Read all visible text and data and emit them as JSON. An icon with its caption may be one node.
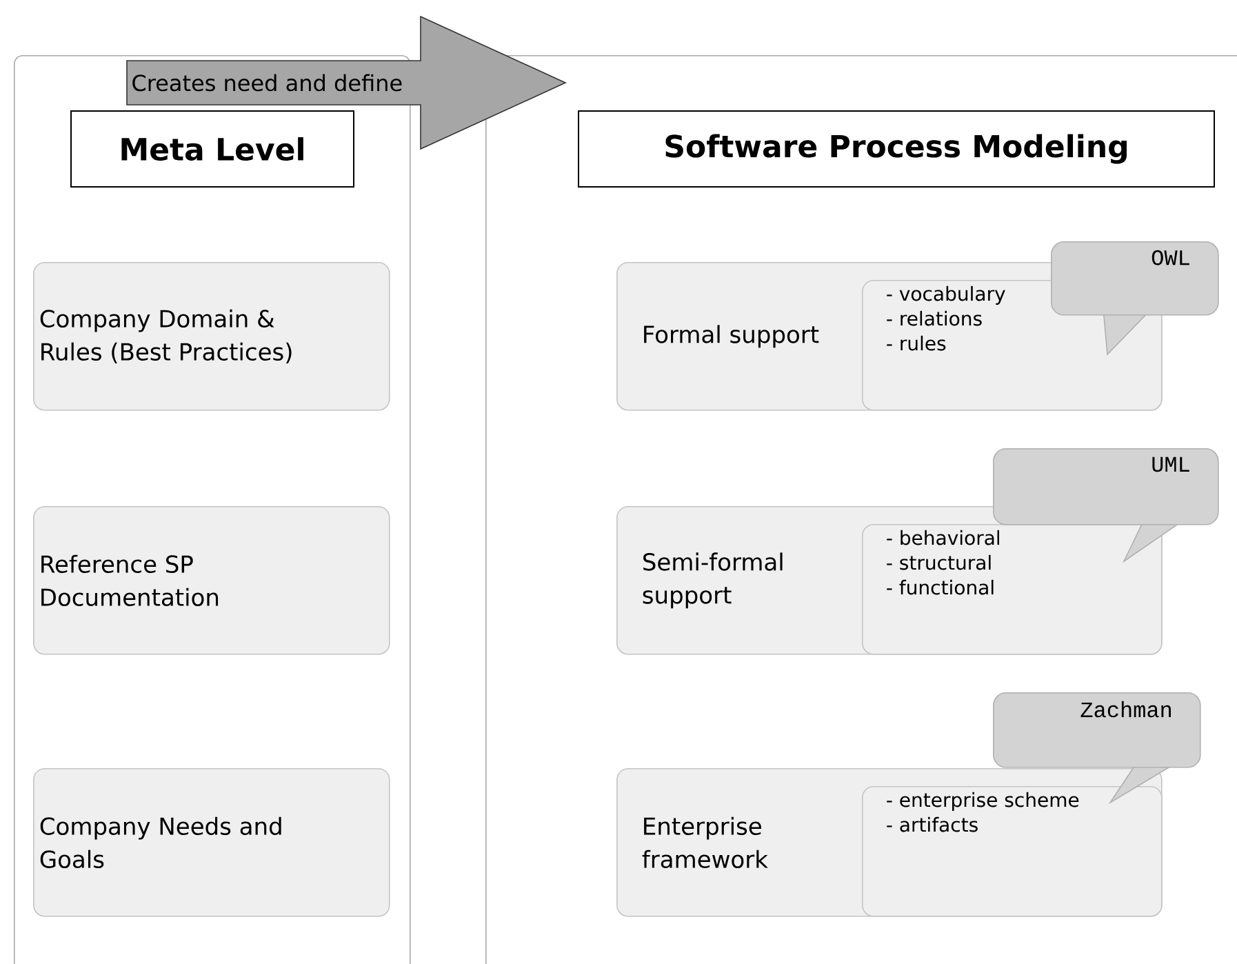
{
  "diagram": {
    "nodes": [
      {
        "text": [],
        "shape": "box"
      },
      {
        "text": [
          "Meta Level"
        ],
        "in": 0
      },
      {
        "text": [
          "Company Domain & Rules (Best Practices)"
        ],
        "in": 0
      },
      {
        "text": [
          "Reference SP Documentation"
        ],
        "in": 0
      },
      {
        "text": [
          "Company Needs and Goals"
        ],
        "in": 0
      },
      {
        "text": [],
        "shape": "box"
      },
      {
        "text": [
          "Software Process Modeling"
        ],
        "in": 5
      },
      {
        "text": [
          "Formal support"
        ],
        "in": 5
      },
      {
        "text": [
          "- vocabulary",
          "- relations",
          "- rules"
        ],
        "in": 7
      },
      {
        "text": [
          "OWL"
        ],
        "in": 5
      },
      {
        "text": [
          "Semi-formal support"
        ],
        "in": 5
      },
      {
        "text": [
          "- behavioral",
          "- structural",
          "- functional"
        ],
        "in": 10
      },
      {
        "text": [
          "UML"
        ],
        "in": 5
      },
      {
        "text": [
          "Enterprise framework"
        ],
        "in": 5
      },
      {
        "text": [
          "- enterprise scheme",
          "- artifacts"
        ],
        "in": 13
      },
      {
        "text": [
          "Zachman"
        ],
        "in": 5
      }
    ],
    "edges": [
      {
        "from": 0,
        "to": 5,
        "arrow": "to",
        "label": "Creates need and define"
      }
    ]
  }
}
